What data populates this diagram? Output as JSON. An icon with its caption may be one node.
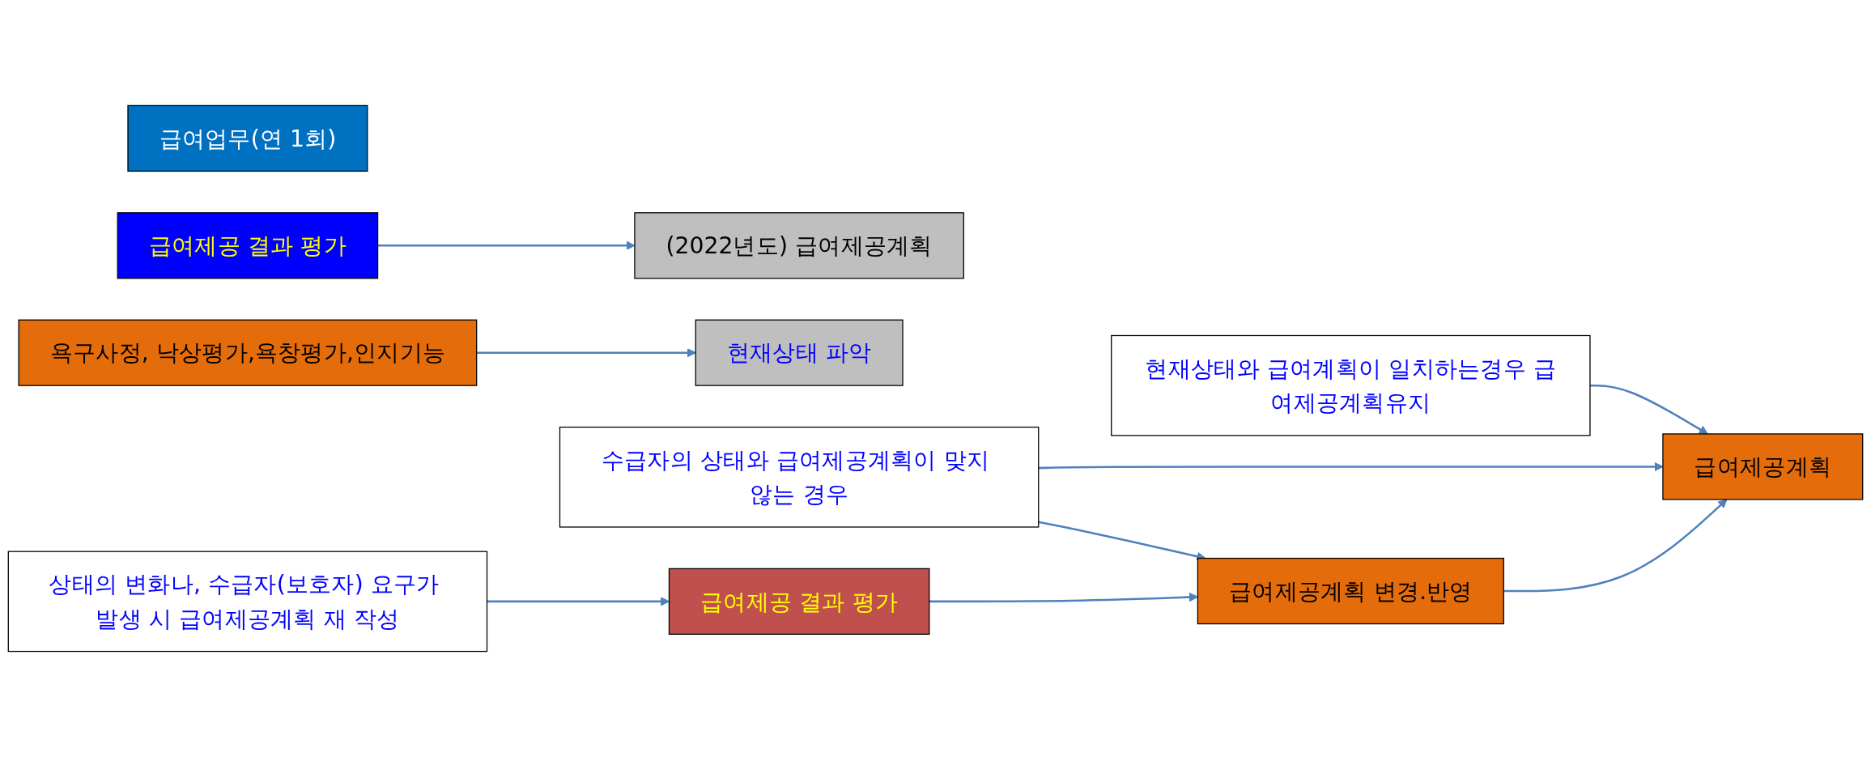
{
  "diagram": {
    "nodes": [
      {
        "text": [
          "(2022년도) 급여제공계획"
        ]
      },
      {
        "text": [
          "급여업무(연 1회)"
        ]
      },
      {
        "text": [
          "욕구사정, 낙상평가,욕창평가,인지기능"
        ]
      },
      {
        "text": [
          "급여제공 결과 평가"
        ]
      },
      {
        "text": [
          "급여제공계획"
        ]
      },
      {
        "text": [
          "현재상태 파악"
        ]
      },
      {
        "text": [
          "현재상태와 급여계획이 일치하는경우 급여제공계획유지"
        ]
      },
      {
        "text": [
          "수급자의 상태와 급여제공계획이 맞지 않는 경우"
        ]
      },
      {
        "text": [
          "급여제공계획 변경.반영"
        ]
      },
      {
        "text": [
          "상태의 변화나, 수급자(보호자) 요구가 발생 시 급여제공계획 재 작성"
        ]
      },
      {
        "text": [
          "급여제공 결과 평가"
        ]
      }
    ],
    "edges": [
      {
        "from": 3,
        "to": 0,
        "arrow": "to"
      },
      {
        "from": 2,
        "to": 5,
        "arrow": "to"
      },
      {
        "from": 6,
        "to": 4,
        "arrow": "to"
      },
      {
        "from": 7,
        "to": 4,
        "arrow": "to"
      },
      {
        "from": 7,
        "to": 8,
        "arrow": "to"
      },
      {
        "from": 8,
        "to": 4,
        "arrow": "to"
      },
      {
        "from": 9,
        "to": 10,
        "arrow": "to"
      },
      {
        "from": 10,
        "to": 8,
        "arrow": "to"
      }
    ]
  }
}
